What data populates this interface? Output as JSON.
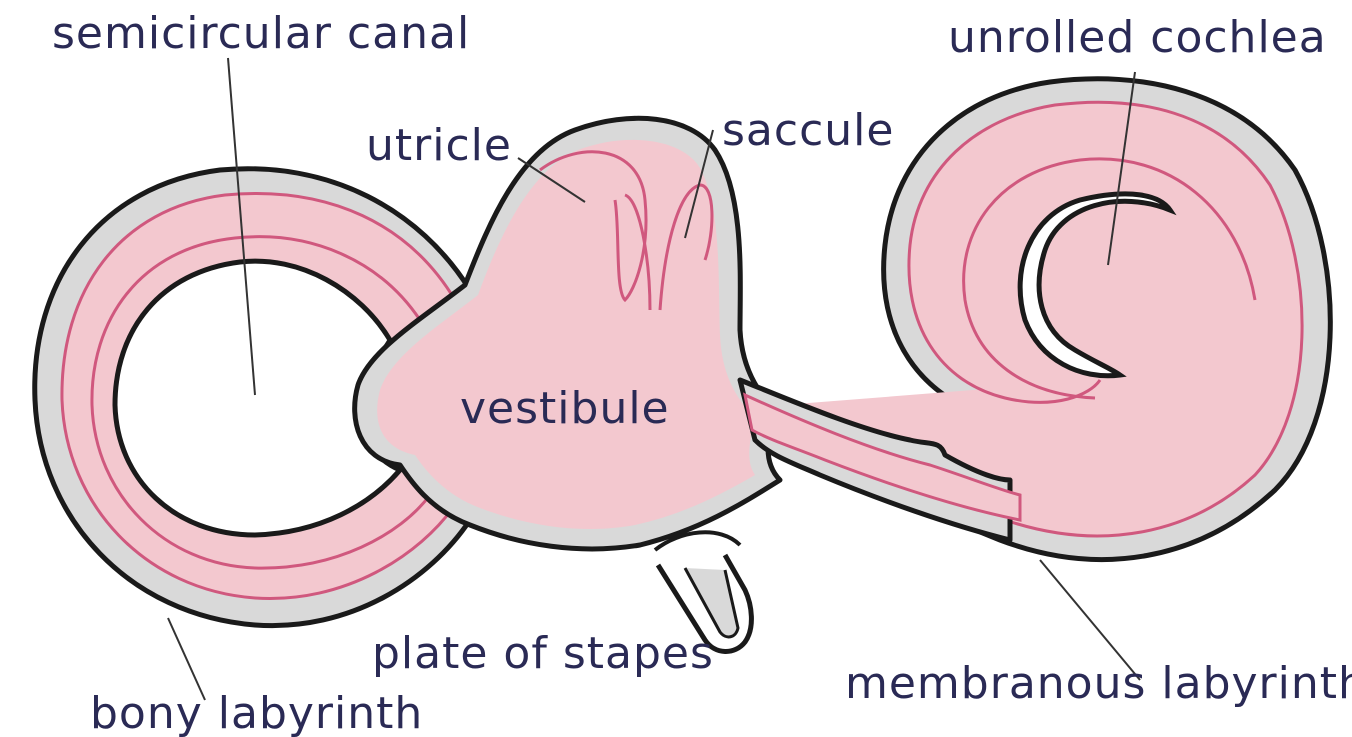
{
  "labels": {
    "semicircular_canal": "semicircular canal",
    "unrolled_cochlea": "unrolled cochlea",
    "utricle": "utricle",
    "saccule": "saccule",
    "vestibule": "vestibule",
    "plate_of_stapes": "plate of stapes",
    "membranous_labyrinth": "membranous labyrinth",
    "bony_labyrinth": "bony labyrinth"
  },
  "colors": {
    "bone": "#d9d9d9",
    "membrane_fill": "#f3c8cf",
    "membrane_line": "#d0587e",
    "outline": "#1a1a1a",
    "label_text": "#2a2a55"
  }
}
